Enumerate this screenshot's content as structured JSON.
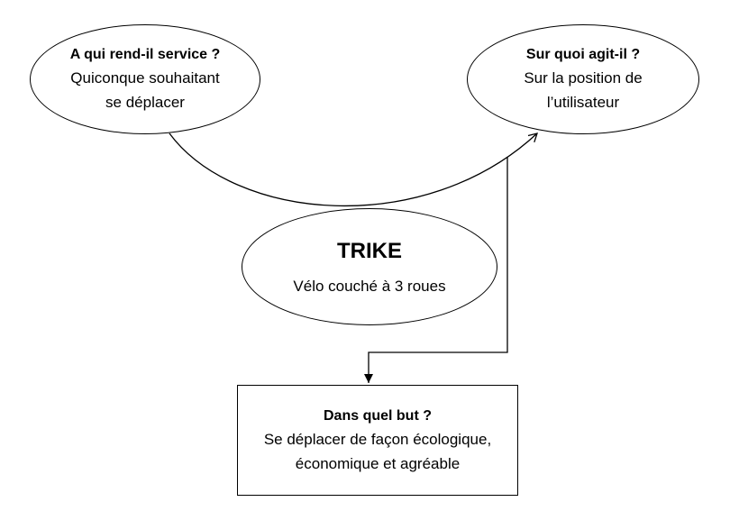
{
  "diagram": {
    "left_node": {
      "title": "A qui rend-il service ?",
      "lines": [
        "Quiconque souhaitant",
        "se déplacer"
      ]
    },
    "right_node": {
      "title": "Sur quoi agit-il ?",
      "lines": [
        "Sur la position de",
        "l’utilisateur"
      ]
    },
    "center_node": {
      "title": "TRIKE",
      "subtitle": "Vélo couché à 3 roues"
    },
    "bottom_node": {
      "title": "Dans quel but ?",
      "lines": [
        "Se déplacer de façon écologique,",
        "économique et agréable"
      ]
    },
    "colors": {
      "line": "#000000",
      "background": "#ffffff"
    }
  }
}
